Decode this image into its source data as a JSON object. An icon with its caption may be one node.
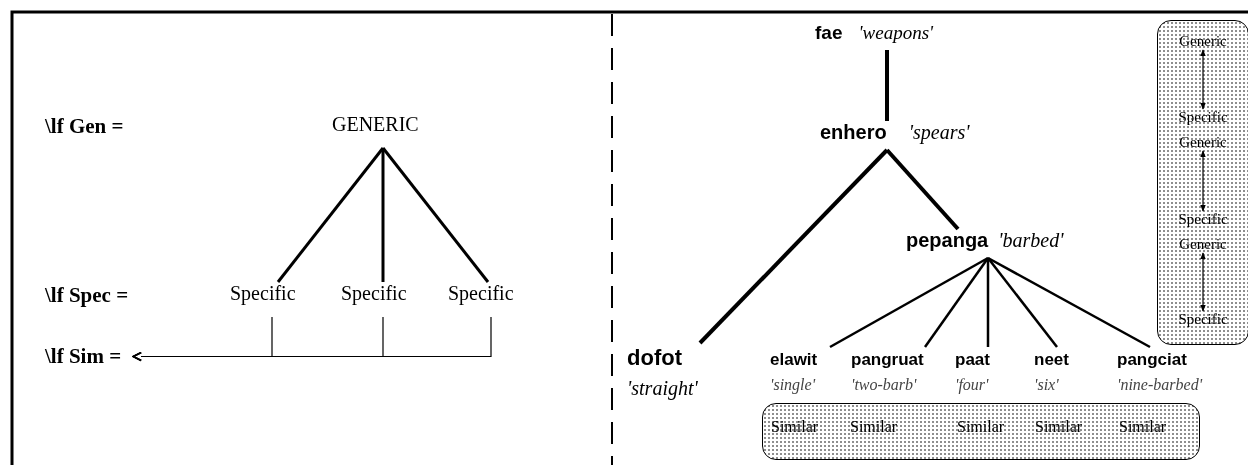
{
  "diagram": {
    "nodes": [
      {
        "text": [
          "GENERIC"
        ]
      },
      {
        "text": [
          "Specific"
        ]
      },
      {
        "text": [
          "Specific"
        ]
      },
      {
        "text": [
          "Specific"
        ]
      },
      {
        "text": [
          "\\lf Sim ="
        ]
      },
      {
        "text": [
          "fae",
          "'weapons'"
        ]
      },
      {
        "text": [
          "enhero",
          "'spears'"
        ]
      },
      {
        "text": [
          "pepanga",
          "'barbed'"
        ]
      },
      {
        "text": [
          "dofot",
          "'straight'"
        ]
      },
      {
        "text": [
          "elawit",
          "'single'"
        ]
      },
      {
        "text": [
          "pangruat",
          "'two-barb'"
        ]
      },
      {
        "text": [
          "paat",
          "'four'"
        ]
      },
      {
        "text": [
          "neet",
          "'six'"
        ]
      },
      {
        "text": [
          "pangciat",
          "'nine-barbed'"
        ]
      },
      {
        "text": [
          "Similar",
          "Similar",
          "Similar",
          "Similar",
          "Similar"
        ]
      },
      {
        "text": [],
        "shape": "box"
      },
      {
        "text": [
          "Generic"
        ],
        "in": 15
      },
      {
        "text": [
          "Specific"
        ],
        "in": 15
      },
      {
        "text": [
          "Generic"
        ],
        "in": 15
      },
      {
        "text": [
          "Specific"
        ],
        "in": 15
      },
      {
        "text": [
          "Generic"
        ],
        "in": 15
      },
      {
        "text": [
          "Specific"
        ],
        "in": 15
      }
    ],
    "edges": [
      {
        "from": 0,
        "to": 1,
        "arrow": "none"
      },
      {
        "from": 0,
        "to": 2,
        "arrow": "none"
      },
      {
        "from": 0,
        "to": 3,
        "arrow": "none"
      },
      {
        "from": 1,
        "to": 4,
        "arrow": "to"
      },
      {
        "from": 2,
        "to": 4,
        "arrow": "to"
      },
      {
        "from": 3,
        "to": 4,
        "arrow": "to"
      },
      {
        "from": 5,
        "to": 6,
        "arrow": "none"
      },
      {
        "from": 6,
        "to": 8,
        "arrow": "none"
      },
      {
        "from": 6,
        "to": 7,
        "arrow": "none"
      },
      {
        "from": 7,
        "to": 9,
        "arrow": "none"
      },
      {
        "from": 7,
        "to": 10,
        "arrow": "none"
      },
      {
        "from": 7,
        "to": 11,
        "arrow": "none"
      },
      {
        "from": 7,
        "to": 12,
        "arrow": "none"
      },
      {
        "from": 7,
        "to": 13,
        "arrow": "none"
      },
      {
        "from": 16,
        "to": 17,
        "arrow": "both"
      },
      {
        "from": 18,
        "to": 19,
        "arrow": "both"
      },
      {
        "from": 20,
        "to": 21,
        "arrow": "both"
      }
    ],
    "labels": [
      "\\lf Gen =",
      "\\lf Spec ="
    ]
  }
}
